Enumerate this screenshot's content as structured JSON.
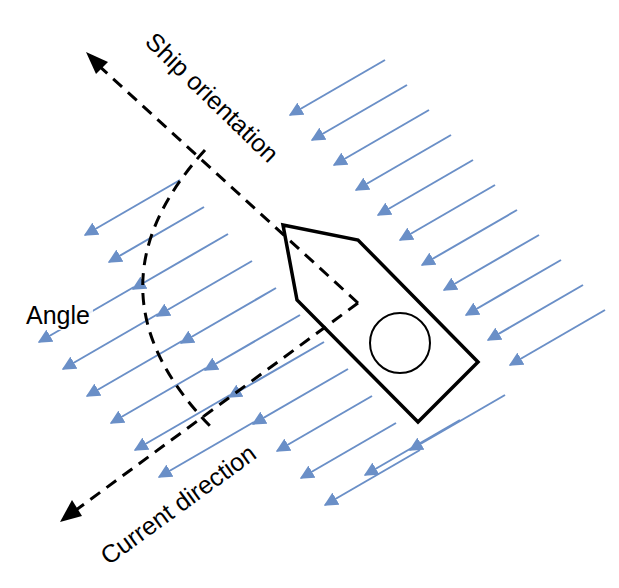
{
  "diagram": {
    "labels": [
      "Ship orientation",
      "Angle",
      "Current direction"
    ]
  }
}
